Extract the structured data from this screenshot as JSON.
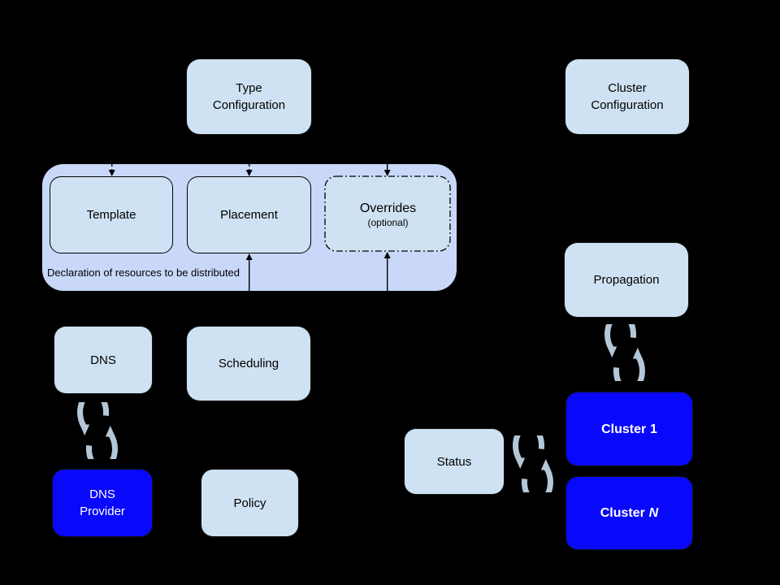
{
  "colors": {
    "background": "#000000",
    "box_fill": "#cfe2f3",
    "container_fill": "#c9d8f8",
    "cluster_fill": "#0808fa",
    "outline": "#000000",
    "text_dark": "#000000",
    "text_light": "#ffffff",
    "sync_icon": "#b5c7d7"
  },
  "icons": {
    "sync": "sync-cycle-arrows",
    "arrow_dashed": "dashed-down-arrow",
    "arrow_dashdot": "dashdot-down-arrow",
    "arrow_solid": "solid-up-arrow"
  },
  "nodes": {
    "type_config": {
      "line1": "Type",
      "line2": "Configuration"
    },
    "cluster_config": {
      "line1": "Cluster",
      "line2": "Configuration"
    },
    "template": {
      "label": "Template"
    },
    "placement": {
      "label": "Placement"
    },
    "overrides": {
      "line1": "Overrides",
      "line2": "(optional)"
    },
    "dns": {
      "label": "DNS"
    },
    "scheduling": {
      "label": "Scheduling"
    },
    "propagation": {
      "label": "Propagation"
    },
    "status": {
      "label": "Status"
    },
    "dns_provider": {
      "line1": "DNS",
      "line2": "Provider"
    },
    "policy": {
      "label": "Policy"
    },
    "cluster_1": {
      "prefix": "Cluster",
      "suffix": "1"
    },
    "cluster_n": {
      "prefix": "Cluster",
      "suffix": "N"
    }
  },
  "container": {
    "caption": "Declaration of resources to be distributed"
  }
}
